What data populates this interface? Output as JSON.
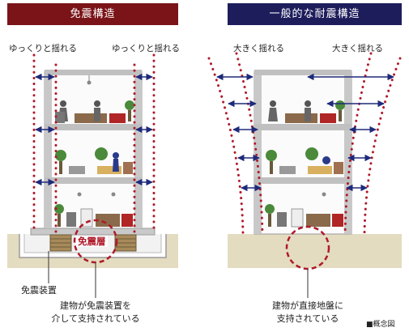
{
  "panels": {
    "left": {
      "title": "免震構造",
      "swing_left": "ゆっくりと揺れる",
      "swing_right": "ゆっくりと揺れる",
      "isolation_layer": "免震層",
      "device_label": "免震装置",
      "caption_line1": "建物が免震装置を",
      "caption_line2": "介して支持されている"
    },
    "right": {
      "title": "一般的な耐震構造",
      "swing_left": "大きく揺れる",
      "swing_right": "大きく揺れる",
      "caption_line1": "建物が直接地盤に",
      "caption_line2": "支持されている"
    }
  },
  "note": "■概念図",
  "colors": {
    "isolation_header": "#7a1418",
    "seismic_header": "#1e1d5c",
    "dots": "#b0192a",
    "arrows": "#1e2a7a",
    "ground": "#e4dcc0"
  }
}
